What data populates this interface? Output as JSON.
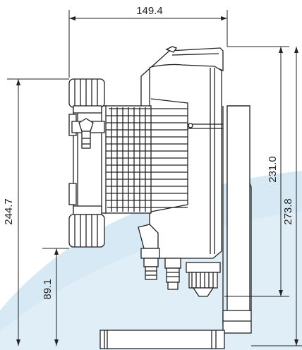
{
  "dimensions": {
    "width_top": "149.4",
    "height_left": "244.7",
    "height_inlet": "89.1",
    "height_mid": "231.0",
    "height_total": "273.8"
  },
  "colors": {
    "line": "#222222",
    "background_swoosh": "#d7e9f4",
    "background_swoosh_light": "#e6f1f8"
  }
}
